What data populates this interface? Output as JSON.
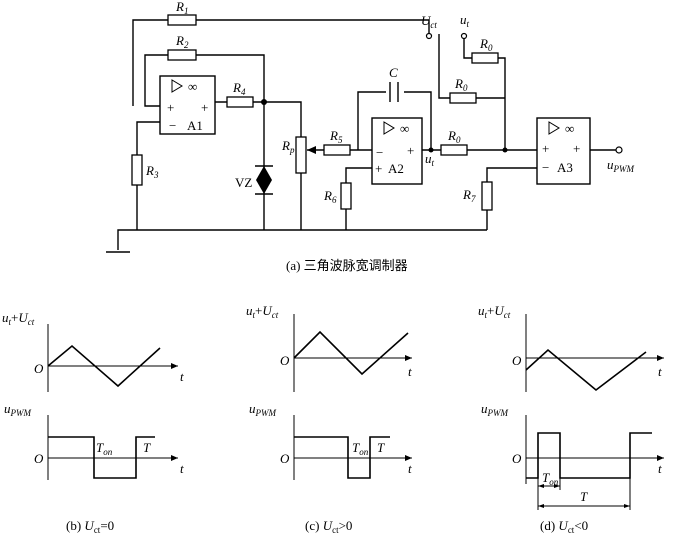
{
  "circuit": {
    "resistors": {
      "r1": "R",
      "r1_sub": "1",
      "r2": "R",
      "r2_sub": "2",
      "r3": "R",
      "r3_sub": "3",
      "r4": "R",
      "r4_sub": "4",
      "r5": "R",
      "r5_sub": "5",
      "r6": "R",
      "r6_sub": "6",
      "r7": "R",
      "r7_sub": "7",
      "r0": "R",
      "r0_sub": "0",
      "rp": "R",
      "rp_sub": "p"
    },
    "capacitor": "C",
    "zener": "VZ",
    "opamps": {
      "a1": "A1",
      "a2": "A2",
      "a3": "A3",
      "gain": "∞"
    },
    "signs": {
      "plus": "+",
      "minus": "−"
    },
    "nodes": {
      "uct": "U",
      "uct_sub": "ct",
      "ut": "u",
      "ut_sub": "t",
      "upwm": "u",
      "upwm_sub": "PWM"
    },
    "caption": "(a) 三角波脉宽调制器"
  },
  "waveforms": {
    "top_label": {
      "u": "u",
      "u_sub": "t",
      "plus": "+",
      "U": "U",
      "U_sub": "ct"
    },
    "bottom_label": {
      "u": "u",
      "u_sub": "PWM"
    },
    "origin": "O",
    "t_axis": "t",
    "ton": "T",
    "ton_sub": "on",
    "period": "T",
    "captions": {
      "b": {
        "prefix": "(b) ",
        "U": "U",
        "sub": "ct",
        "cond": "=0"
      },
      "c": {
        "prefix": "(c) ",
        "U": "U",
        "sub": "ct",
        "cond": ">0"
      },
      "d": {
        "prefix": "(d) ",
        "U": "U",
        "sub": "ct",
        "cond": "<0"
      }
    }
  }
}
